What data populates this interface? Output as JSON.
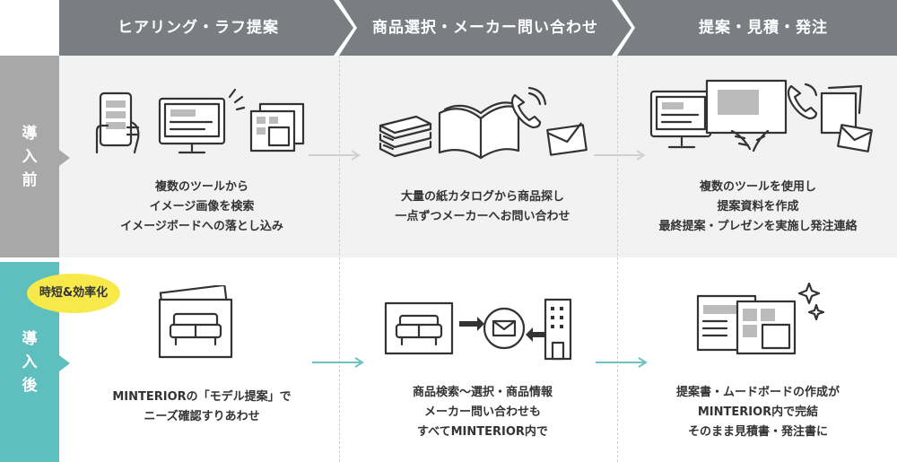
{
  "header": {
    "steps": [
      {
        "label": "ヒアリング・ラフ提案"
      },
      {
        "label": "商品選択・メーカー問い合わせ"
      },
      {
        "label": "提案・見積・発注"
      }
    ]
  },
  "rows": {
    "before": {
      "label_chars": [
        "導",
        "入",
        "前"
      ]
    },
    "after": {
      "label_chars": [
        "導",
        "入",
        "後"
      ],
      "badge": "時短&効率化"
    }
  },
  "cells": {
    "before": [
      {
        "lines": [
          "複数のツールから",
          "イメージ画像を検索",
          "イメージボードへの落とし込み"
        ]
      },
      {
        "lines": [
          "大量の紙カタログから商品探し",
          "一点ずつメーカーへお問い合わせ"
        ]
      },
      {
        "lines": [
          "複数のツールを使用し",
          "提案資料を作成",
          "最終提案・プレゼンを実施し発注連絡"
        ]
      }
    ],
    "after": [
      {
        "lines": [
          "MINTERIORの「モデル提案」で",
          "ニーズ確認すりあわせ"
        ]
      },
      {
        "lines": [
          "商品検索〜選択・商品情報",
          "メーカー問い合わせも",
          "すべてMINTERIOR内で"
        ]
      },
      {
        "lines": [
          "提案書・ムードボードの作成が",
          "MINTERIOR内で完結",
          "そのまま見積書・発注書に"
        ]
      }
    ]
  },
  "colors": {
    "header": "#7a7e82",
    "before_tag": "#a8a8a8",
    "after_tag": "#5fbfbf",
    "badge": "#f7e94a"
  }
}
